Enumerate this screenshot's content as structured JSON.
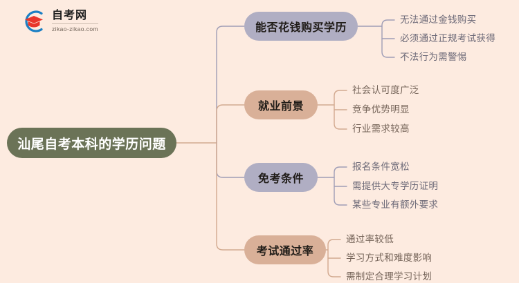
{
  "logo": {
    "icon": "graduation-cap-circle-logo",
    "title": "自考网",
    "subtitle": "zikao-zikao.com"
  },
  "colors": {
    "background": "#fdebe0",
    "root_fill": "#6b7357",
    "root_text": "#ffffff",
    "branch_purple": "#b0aec3",
    "branch_tan": "#d9b098",
    "edge_purple": "#9f9db6",
    "edge_tan": "#d2a98f",
    "leaf_text_purple": "#6d6a78",
    "leaf_text_tan": "#756459"
  },
  "mindmap": {
    "root": {
      "label": "汕尾自考本科的学历问题"
    },
    "branches": [
      {
        "label": "能否花钱购买学历",
        "color": "purple",
        "leaves": [
          "无法通过金钱购买",
          "必须通过正规考试获得",
          "不法行为需警惕"
        ]
      },
      {
        "label": "就业前景",
        "color": "tan",
        "leaves": [
          "社会认可度广泛",
          "竞争优势明显",
          "行业需求较高"
        ]
      },
      {
        "label": "免考条件",
        "color": "purple",
        "leaves": [
          "报名条件宽松",
          "需提供大专学历证明",
          "某些专业有额外要求"
        ]
      },
      {
        "label": "考试通过率",
        "color": "tan",
        "leaves": [
          "通过率较低",
          "学习方式和难度影响",
          "需制定合理学习计划"
        ]
      }
    ]
  }
}
